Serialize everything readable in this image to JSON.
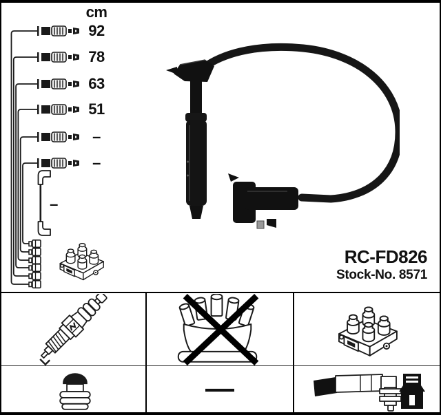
{
  "product": {
    "code": "RC-FD826",
    "stock_no": "Stock-No. 8571"
  },
  "measurements": {
    "unit_header": "cm",
    "cable_lengths": [
      "92",
      "78",
      "63",
      "51",
      "–",
      "–"
    ],
    "coil_wire_length": "–"
  },
  "legend": {
    "row1": [
      {
        "icon": "spark-plug-icon",
        "crossed_out": false
      },
      {
        "icon": "distributor-cap-icon",
        "crossed_out": true
      },
      {
        "icon": "ignition-coil-pack-icon",
        "crossed_out": false
      }
    ],
    "row2": [
      {
        "icon": "plug-terminal-icon"
      },
      {
        "mark": "—"
      },
      {
        "icon": "connector-set-icon"
      }
    ]
  },
  "colors": {
    "ink": "#111111",
    "background": "#ffffff"
  }
}
